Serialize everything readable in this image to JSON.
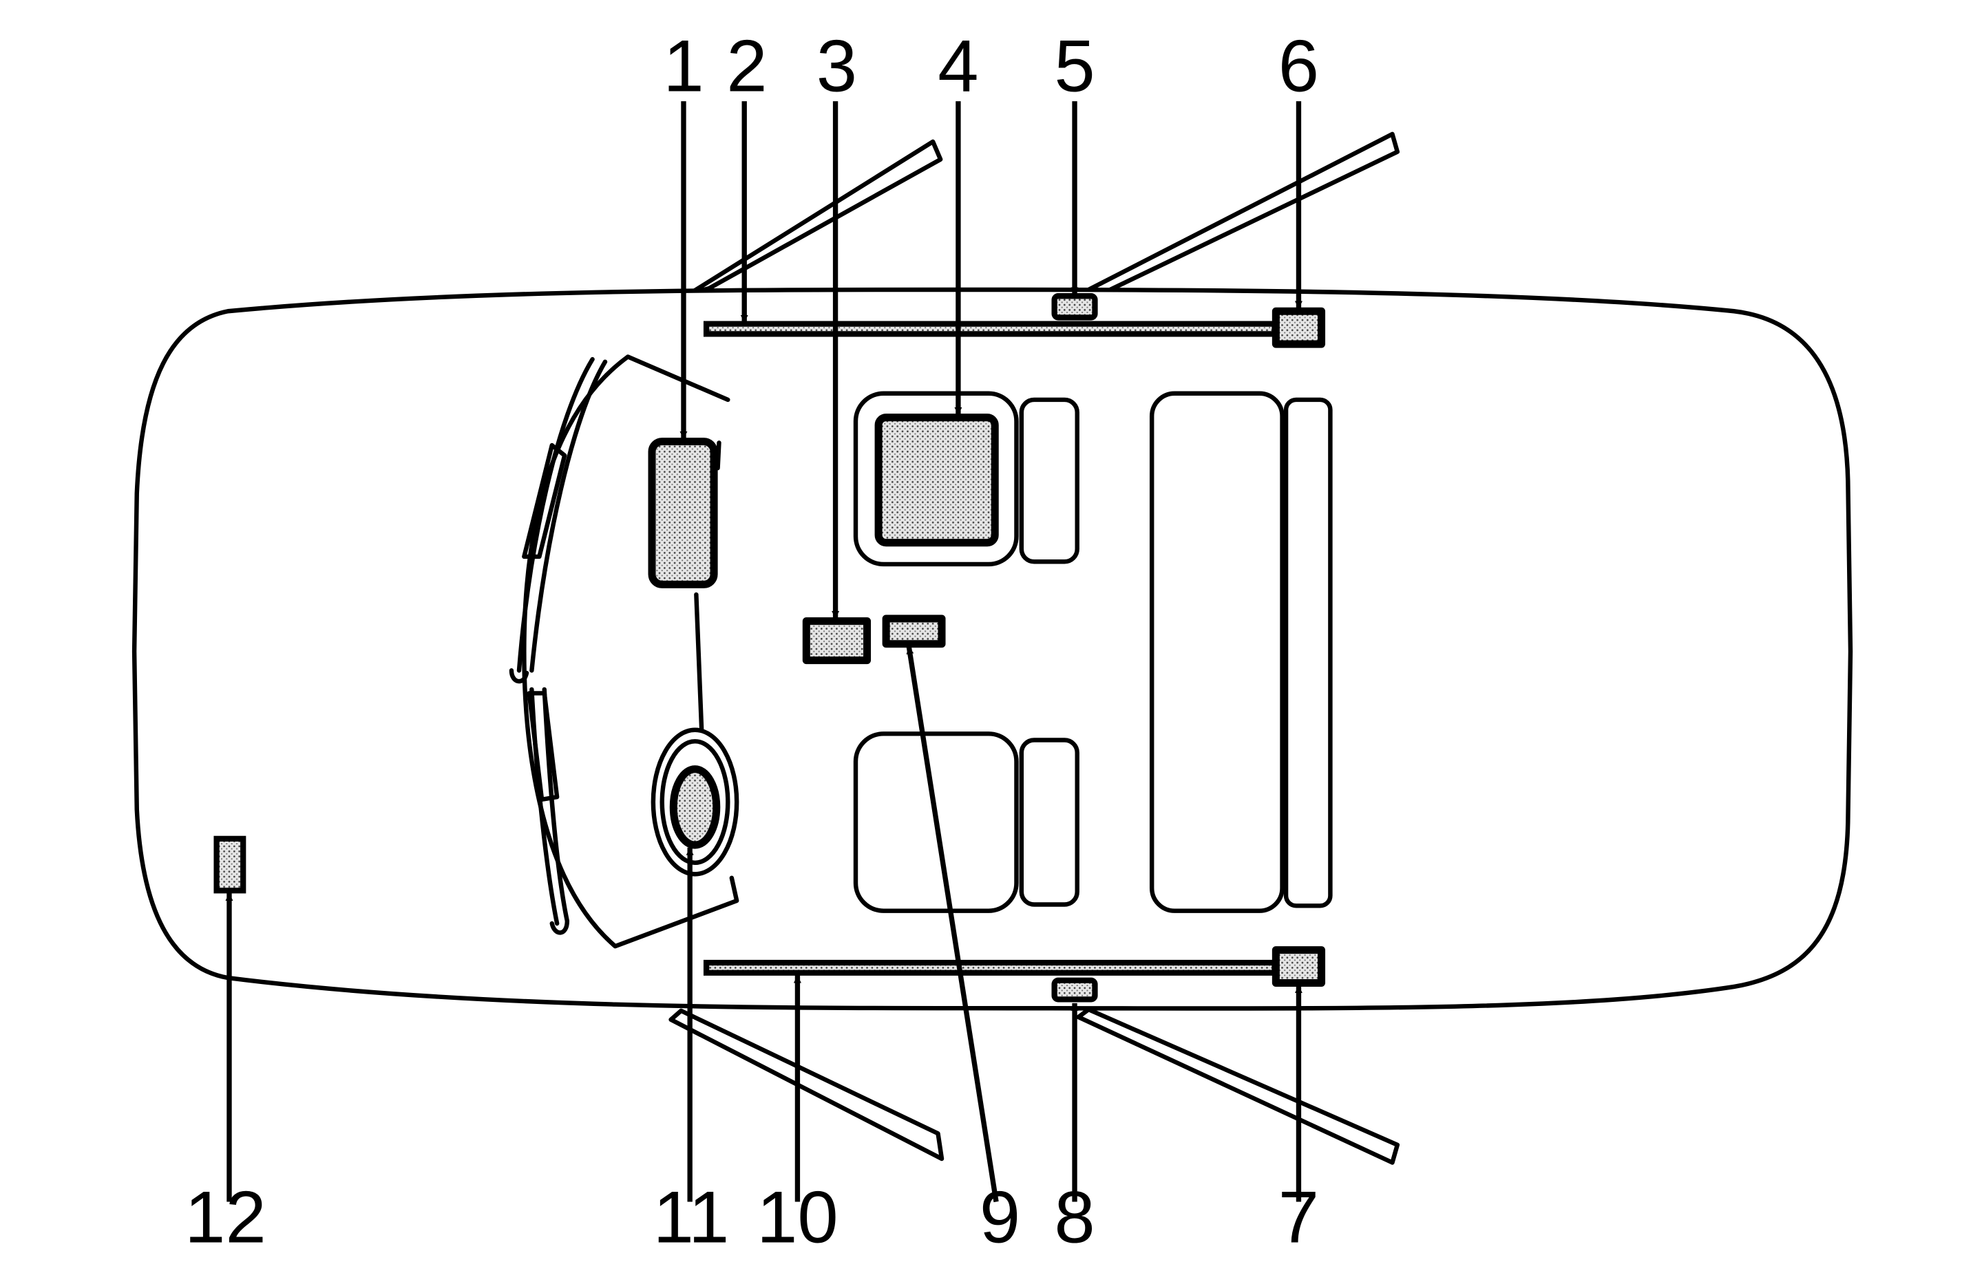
{
  "callouts": [
    {
      "label": "1",
      "target": "left-front-airbag-module"
    },
    {
      "label": "2",
      "target": "left-roof-rail-airbag"
    },
    {
      "label": "3",
      "target": "center-sensing-module"
    },
    {
      "label": "4",
      "target": "passenger-seat-sensor"
    },
    {
      "label": "5",
      "target": "left-side-impact-sensor"
    },
    {
      "label": "6",
      "target": "left-rear-module"
    },
    {
      "label": "7",
      "target": "right-rear-module"
    },
    {
      "label": "8",
      "target": "right-side-impact-sensor"
    },
    {
      "label": "9",
      "target": "console-module"
    },
    {
      "label": "10",
      "target": "right-roof-rail-airbag"
    },
    {
      "label": "11",
      "target": "steering-wheel-airbag"
    },
    {
      "label": "12",
      "target": "front-impact-sensor"
    }
  ],
  "colors": {
    "line": "#000000",
    "background": "#ffffff",
    "stipple": "#9a9a9a"
  }
}
